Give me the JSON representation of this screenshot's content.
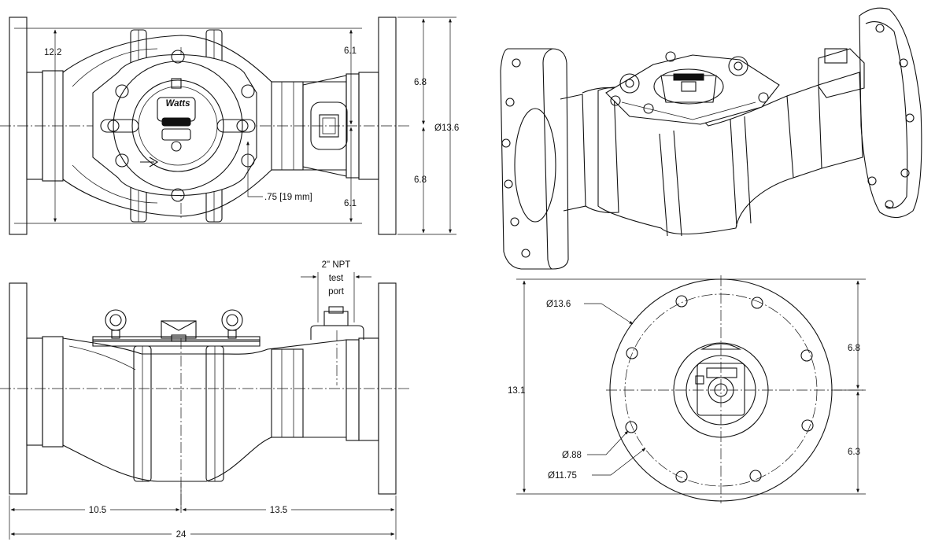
{
  "drawing": {
    "top_view": {
      "dim_12_2": "12.2",
      "dim_6_1_top": "6.1",
      "dim_6_1_bottom": "6.1",
      "dim_6_8_top": "6.8",
      "dim_6_8_bottom": "6.8",
      "dia_13_6": "Ø13.6",
      "dim_075": ".75 [19 mm]",
      "logo_text": "Watts"
    },
    "side_view": {
      "npt_line1": "2\" NPT",
      "npt_line2": "test",
      "npt_line3": "port",
      "dim_10_5": "10.5",
      "dim_13_5": "13.5",
      "dim_24": "24"
    },
    "end_view": {
      "dia_13_6": "Ø13.6",
      "dia_088": "Ø.88",
      "dia_11_75": "Ø11.75",
      "dim_13_1": "13.1",
      "dim_6_8": "6.8",
      "dim_6_3": "6.3"
    }
  }
}
